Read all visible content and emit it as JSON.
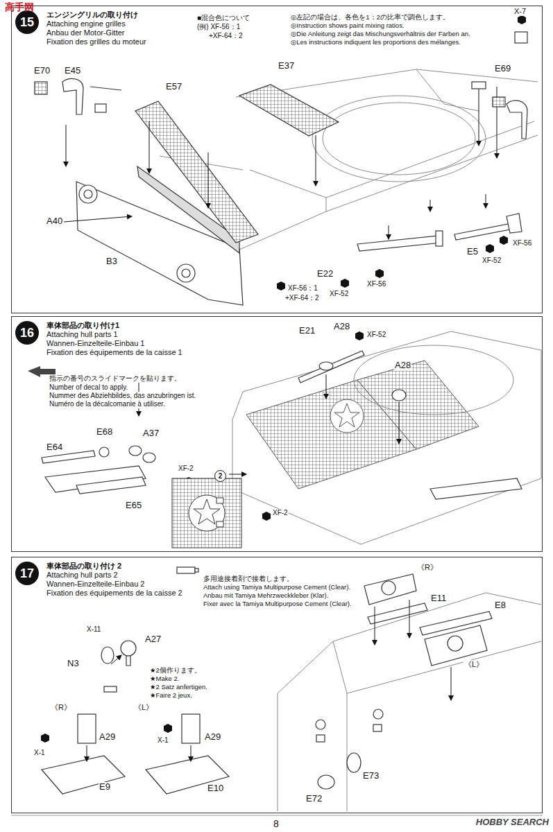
{
  "diagram": {
    "nodes": [
      {
        "text": [
          "エンジングリルの取り付け",
          "Attaching engine grilles",
          "Anbau der Motor-Gitter",
          "Fixation des grilles du moteur"
        ]
      },
      {
        "text": [
          "15"
        ],
        "in": 0
      },
      {
        "text": [
          "車体部品の取り付け1",
          "Attaching hull parts 1",
          "Wannen-Einzelteile-Einbau 1",
          "Fixation des équipements de la caisse 1"
        ]
      },
      {
        "text": [
          "16"
        ],
        "in": 2
      },
      {
        "text": [
          "2"
        ],
        "in": 2
      },
      {
        "text": [
          "車体部品の取り付け 2",
          "Attaching hull parts 2",
          "Wannen-Einzelteile-Einbau 2",
          "Fixation des équipements de la caisse 2"
        ]
      },
      {
        "text": [
          "17"
        ],
        "in": 5
      }
    ],
    "labels": [
      "■混合色について",
      "(例) XF-56：1",
      "+XF-64：2",
      "◎左記の場合は、各色を1：2の比率で調色します。",
      "◎Instruction shows paint mixing ratios.",
      "◎Die Anleitung zeigt das Mischungsverhältnis der Farben an.",
      "◎Les instructions indiquent les proportions des mélanges.",
      "X-7",
      "E69",
      "E37",
      "E57",
      "E70",
      "E45",
      "A40",
      "B3",
      "XF-56：1",
      "+XF-64：2",
      "E22",
      "XF-52",
      "XF-56",
      "E5",
      "XF-52",
      "XF-56",
      "指示の番号のスライドマークを貼ります。",
      "Number of decal to apply.",
      "Nummer des Abziehbildes, das anzubringen ist.",
      "Numéro de la décalcomanie à utiliser.",
      "E21",
      "A28",
      "XF-52",
      "A28",
      "A37",
      "E68",
      "E64",
      "E65",
      "XF-2",
      "XF-2",
      "多用途接着剤で接着します。",
      "Attach using Tamiya Multipurpose Cement (Clear).",
      "Anbau mit Tamiya Mehrzweckkleber (Klar).",
      "Fixer avec la Tamiya Multipurpose Cement (Clear).",
      "X-11",
      "A27",
      "N3",
      "★2個作ります。",
      "★Make 2.",
      "★2 Satz anfertigen.",
      "★Faire 2 jeux.",
      "《R》",
      "X-1",
      "A29",
      "E9",
      "《L》",
      "X-1",
      "A29",
      "E10",
      "《R》",
      "E11",
      "E8",
      "《L》",
      "E73",
      "E72",
      "8",
      "高手网",
      "HOBBY SEARCH"
    ]
  }
}
